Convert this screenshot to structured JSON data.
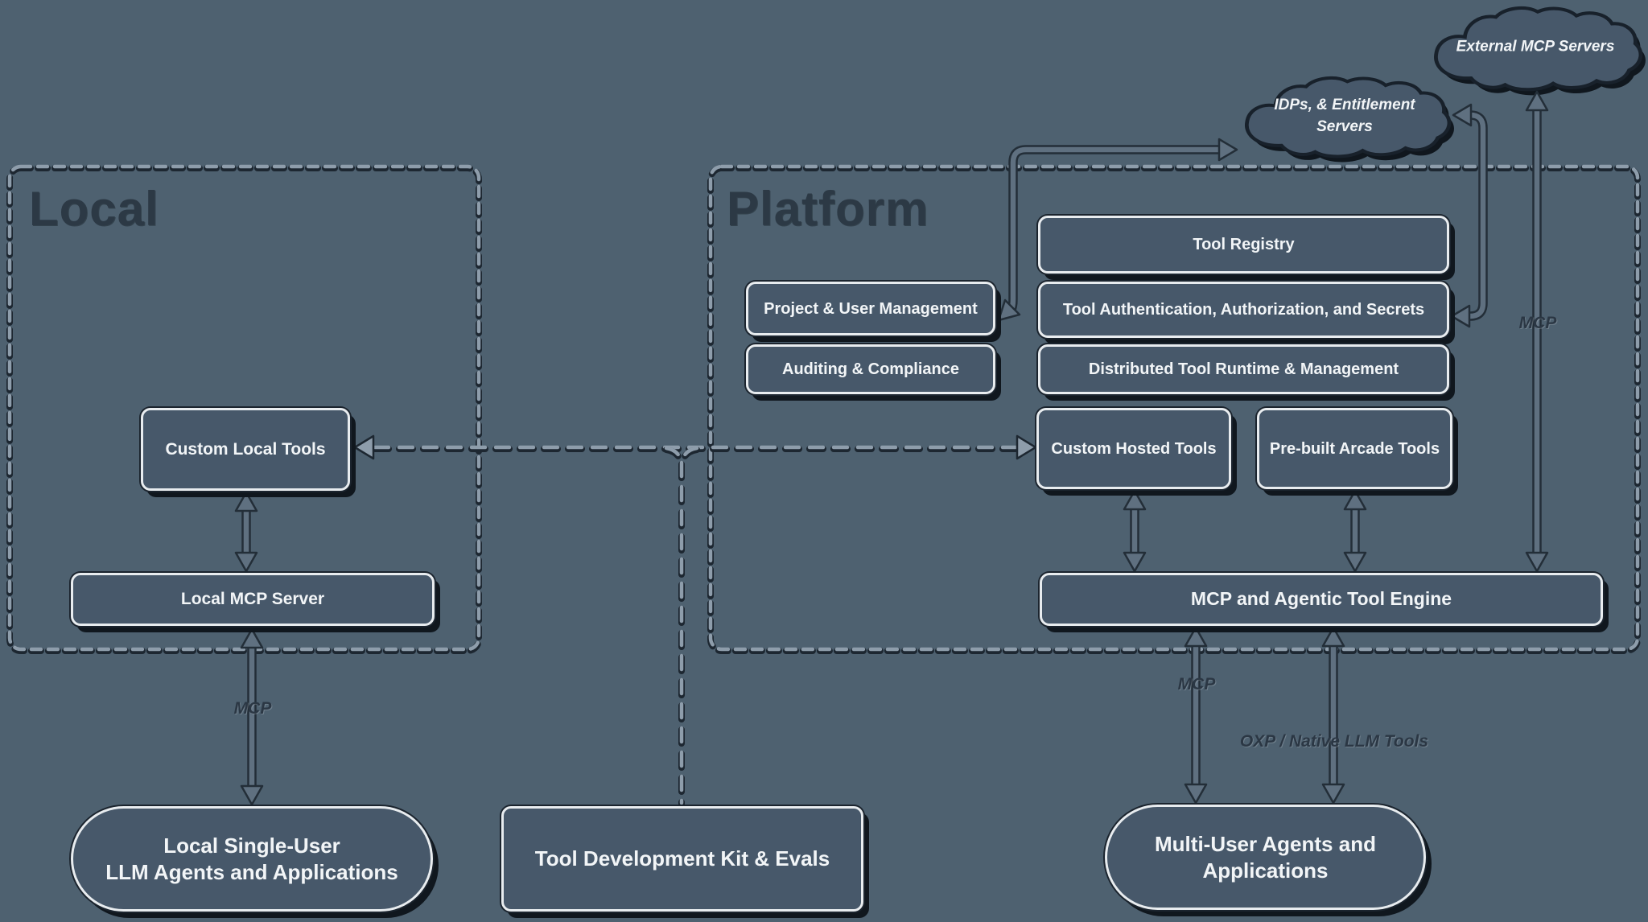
{
  "diagram": {
    "colors": {
      "background": "#4e6170",
      "node_fill": "#47586a",
      "node_border": "#e8ecef",
      "shadow": "#10171e",
      "dash": "#8e9dab",
      "arrow_fill": "#5f7080",
      "ink": "#2c3945",
      "text": "#f2f5f7"
    },
    "containers": {
      "local": {
        "title": "Local"
      },
      "platform": {
        "title": "Platform"
      }
    },
    "clouds": {
      "external": {
        "label": "External MCP Servers"
      },
      "idps": {
        "line1": "IDPs, & Entitlement",
        "line2": "Servers"
      }
    },
    "nodes": {
      "custom_local_tools": "Custom Local Tools",
      "local_mcp_server": "Local MCP Server",
      "local_agents": {
        "line1": "Local Single-User",
        "line2": "LLM Agents and Applications"
      },
      "tdk": "Tool Development Kit & Evals",
      "project_user_mgmt": "Project & User Management",
      "auditing_compliance": "Auditing & Compliance",
      "tool_registry": "Tool Registry",
      "tool_auth": "Tool Authentication, Authorization, and Secrets",
      "distributed_runtime": "Distributed Tool Runtime & Management",
      "custom_hosted_tools": "Custom Hosted Tools",
      "prebuilt_arcade_tools": "Pre-built Arcade Tools",
      "mcp_engine": "MCP and Agentic Tool Engine",
      "multi_user_agents": {
        "line1": "Multi-User Agents and",
        "line2": "Applications"
      }
    },
    "edge_labels": {
      "mcp_local": "MCP",
      "mcp_engine": "MCP",
      "mcp_external": "MCP",
      "oxp": "OXP / Native LLM Tools"
    }
  }
}
